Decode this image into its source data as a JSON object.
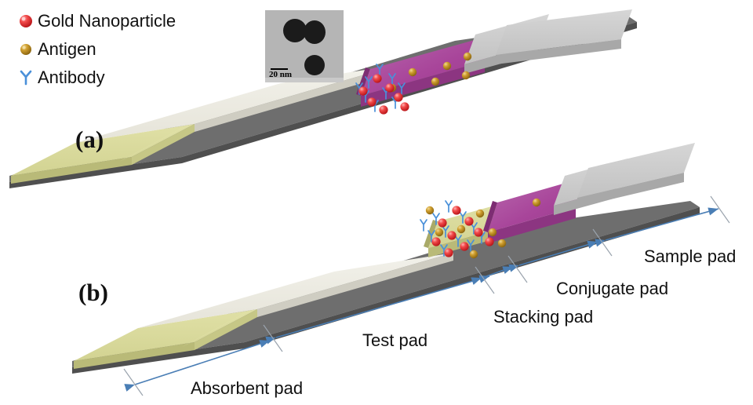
{
  "figure": {
    "type": "schematic-diagram",
    "subject": "Lateral flow immunoassay test strip — conventional (a) vs. with stacking pad (b)"
  },
  "legend": {
    "items": [
      {
        "glyph": "red-sphere-icon",
        "label": "Gold Nanoparticle",
        "color": "#e8242a"
      },
      {
        "glyph": "gold-sphere-icon",
        "label": "Antigen",
        "color": "#c8962a"
      },
      {
        "glyph": "antibody-y-icon",
        "label": "Antibody",
        "color": "#4a90d9"
      }
    ]
  },
  "tem_inset": {
    "scale_bar_label": "20 nm",
    "description": "TEM micrograph of gold nanoparticles"
  },
  "panels": [
    {
      "id": "a",
      "label": "(a)"
    },
    {
      "id": "b",
      "label": "(b)"
    }
  ],
  "dimension_labels": [
    {
      "name": "absorbent-pad",
      "text": "Absorbent pad"
    },
    {
      "name": "test-pad",
      "text": "Test pad"
    },
    {
      "name": "stacking-pad",
      "text": "Stacking pad"
    },
    {
      "name": "conjugate-pad",
      "text": "Conjugate pad"
    },
    {
      "name": "sample-pad",
      "text": "Sample pad"
    }
  ],
  "colors": {
    "absorbent_pad": "#d9da9a",
    "absorbent_pad_side": "#b9ba78",
    "test_pad": "#eceae1",
    "test_pad_side": "#cfcdc2",
    "conjugate_pad": "#a8459a",
    "conjugate_pad_top": "#b55ba8",
    "sample_pad": "#cdcdcd",
    "sample_pad_side": "#a8a8a8",
    "backing": "#6e6e6e",
    "backing_dark": "#4f4f4f",
    "gold_nanoparticle": "#e8242a",
    "antigen": "#c8962a",
    "antibody": "#4a90d9",
    "arrow": "#4a7eb5",
    "leader": "#9aa3ad"
  }
}
